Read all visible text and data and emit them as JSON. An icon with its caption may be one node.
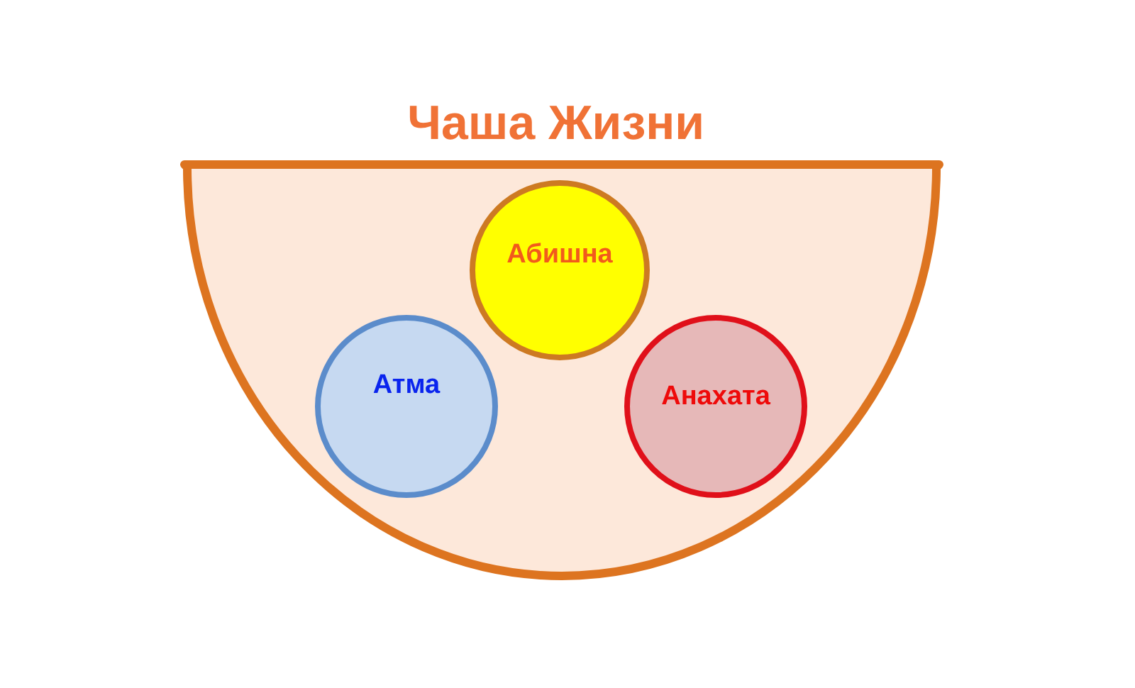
{
  "diagram": {
    "nodes": [
      {
        "text": [
          "Чаша Жизни"
        ]
      },
      {
        "text": [
          "Абишна"
        ],
        "in": 0
      },
      {
        "text": [
          "Атма"
        ],
        "in": 0
      },
      {
        "text": [
          "Анахата"
        ],
        "in": 0
      }
    ]
  }
}
